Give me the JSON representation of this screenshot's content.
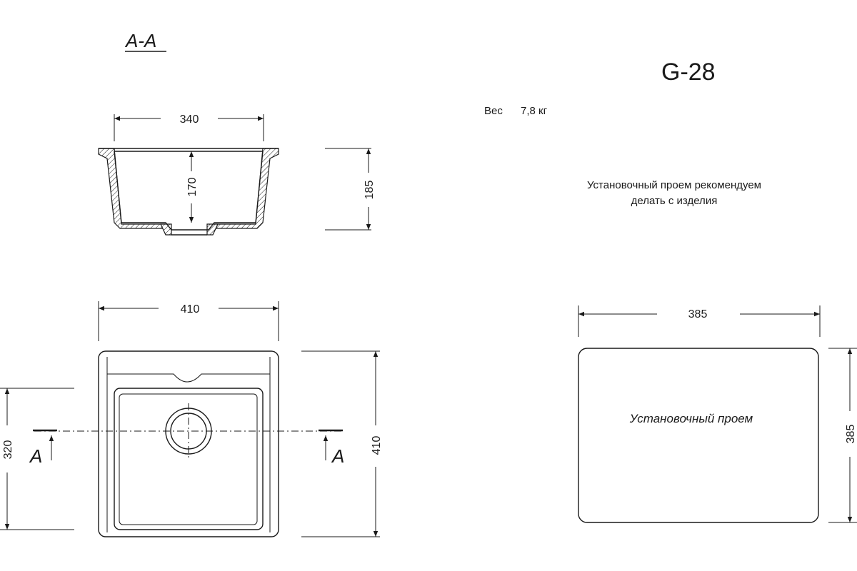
{
  "section_title": "A-A",
  "model": "G-28",
  "weight_label": "Вес",
  "weight_value": "7,8 кг",
  "note_line1": "Установочный проем рекомендуем",
  "note_line2": "делать с изделия",
  "cutout_label": "Установочный проем",
  "section_marker": "A",
  "dimensions": {
    "section_width": "340",
    "section_depth_inner": "170",
    "section_height": "185",
    "top_width": "410",
    "top_height": "410",
    "bowl_height": "320",
    "cutout_width": "385",
    "cutout_height": "385"
  }
}
